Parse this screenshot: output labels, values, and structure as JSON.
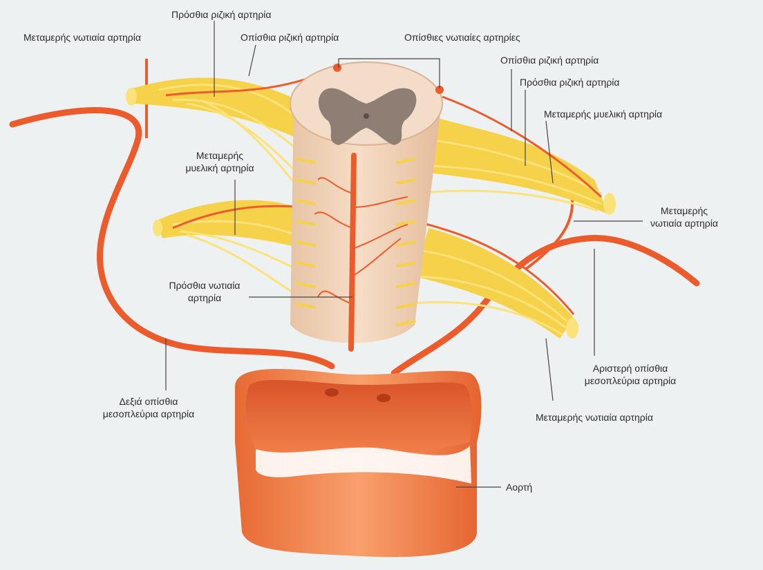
{
  "labels": {
    "segmental_spinal_left": "Μεταμερής νωτιαία αρτηρία",
    "anterior_radicular_top": "Πρόσθια ριζική αρτηρία",
    "posterior_radicular_top": "Οπίσθια ριζική αρτηρία",
    "posterior_spinal_arteries": "Οπίσθιες νωτιαίες αρτηρίες",
    "posterior_radicular_right": "Οπίσθια ριζική αρτηρία",
    "anterior_radicular_right": "Πρόσθια ριζική αρτηρία",
    "segmental_medullary_right": "Μεταμερής μυελική αρτηρία",
    "segmental_medullary_left_1": "Μεταμερής",
    "segmental_medullary_left_2": "μυελική αρτηρία",
    "segmental_spinal_right_1": "Μεταμερής",
    "segmental_spinal_right_2": "νωτιαία αρτηρία",
    "anterior_spinal_1": "Πρόσθια νωτιαία",
    "anterior_spinal_2": "αρτηρία",
    "left_intercostal_1": "Αριστερή οπίσθια",
    "left_intercostal_2": "μεσοπλεύρια αρτηρία",
    "right_intercostal_1": "Δεξιά οπίσθια",
    "right_intercostal_2": "μεσοπλεύρια αρτηρία",
    "segmental_spinal_bottom": "Μεταμερής νωτιαία αρτηρία",
    "aorta": "Αορτή"
  },
  "colors": {
    "artery": "#ec5b2c",
    "artery_dark": "#c9421c",
    "nerve": "#f6d24a",
    "nerve_light": "#fbe27a",
    "cord": "#f1d3b8",
    "cord_shadow": "#e3bfa0",
    "grey_matter": "#8e7e73",
    "white_matter": "#c9b6a4",
    "aorta_outer": "#f48a55",
    "aorta_inner": "#e4662f"
  }
}
